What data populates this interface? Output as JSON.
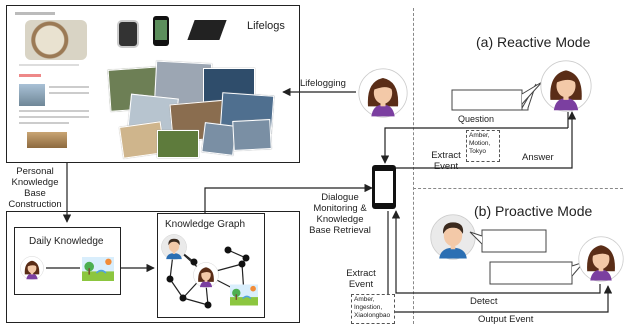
{
  "lifelogs": {
    "title": "Lifelogs",
    "photo_colors": [
      "#3a5f7a",
      "#6d7f55",
      "#9ca6b3",
      "#2f4d6b",
      "#b7c4cf",
      "#8a6d4f",
      "#4f6f8f",
      "#cfb58c",
      "#5e7b3c",
      "#7a8fa4"
    ]
  },
  "arrows": {
    "lifelogging": "Lifelogging",
    "pkb_construction": "Personal\nKnowledge\nBase\nConstruction",
    "dialogue": "Dialogue\nMonitoring &\nKnowledge\nBase Retrieval",
    "extract_event_top": "Extract\nEvent",
    "extract_event_bottom": "Extract\nEvent",
    "answer": "Answer",
    "question": "Question",
    "detect": "Detect",
    "output_event": "Output Event"
  },
  "knowledge": {
    "daily": "Daily Knowledge",
    "graph": "Knowledge Graph"
  },
  "modes": {
    "reactive": "(a) Reactive Mode",
    "proactive": "(b) Proactive Mode"
  },
  "tags": {
    "reactive": "Amber,\nMotion,\nTokyo",
    "proactive": "Amber,\nIngestion,\nXiaolongbao"
  },
  "colors": {
    "hair": "#5a2d17",
    "skin": "#f3c9a8",
    "shirt": "#7b3fa0",
    "man_hair": "#3b2a1e",
    "man_shirt": "#2b6fb3",
    "divider": "#888888"
  }
}
